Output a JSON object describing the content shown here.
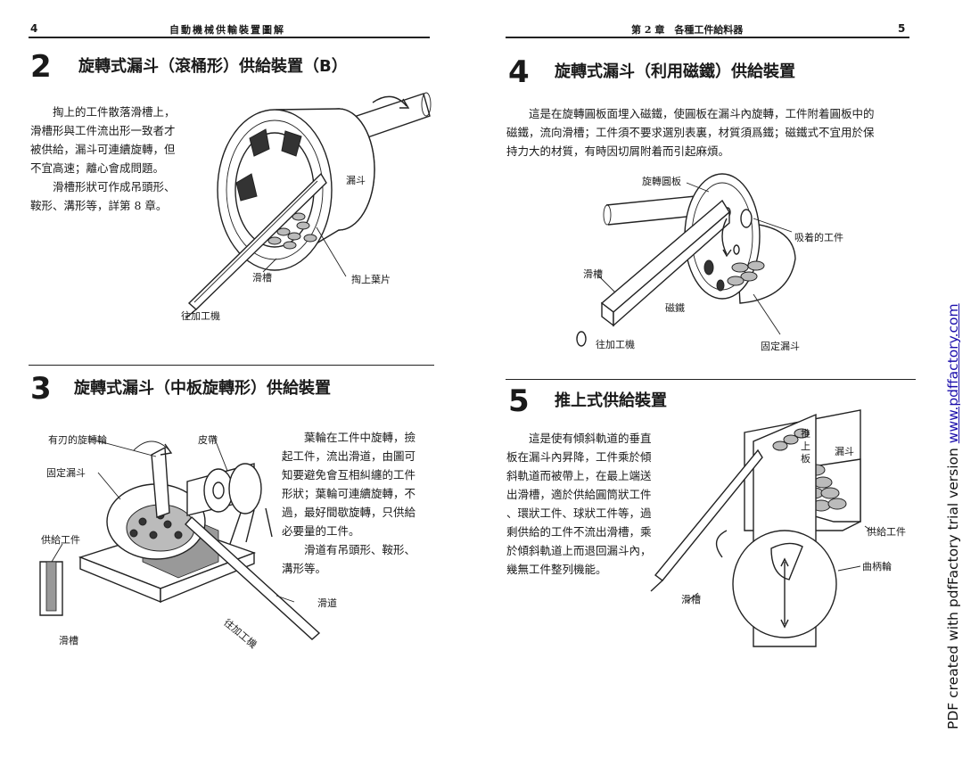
{
  "left_page": {
    "page_number": "4",
    "running_header": "自動機械供輸裝置圖解",
    "section2": {
      "number": "2",
      "title": "旋轉式漏斗（滾桶形）供給裝置（B）",
      "paragraph1": [
        "掏上的工件散落滑槽上，",
        "滑槽形與工件流出形一致者才",
        "被供給，漏斗可連續旋轉，但",
        "不宜高速；離心會成問題。"
      ],
      "paragraph2": [
        "滑槽形狀可作成吊頭形、",
        "鞍形、溝形等，詳第 8 章。"
      ],
      "labels": {
        "hopper": "漏斗",
        "chute": "滑槽",
        "scoop_blade": "掏上葉片",
        "to_machine": "往加工機"
      }
    },
    "section3": {
      "number": "3",
      "title": "旋轉式漏斗（中板旋轉形）供給裝置",
      "paragraph1": [
        "葉輪在工件中旋轉，撿",
        "起工件，流出滑道，由圖可",
        "知要避免會互相糾纏的工件",
        "形狀；葉輪可連續旋轉，不",
        "過，最好間歇旋轉，只供給",
        "必要量的工件。"
      ],
      "paragraph2": [
        "滑道有吊頭形、鞍形、",
        "溝形等。"
      ],
      "labels": {
        "bladed_wheel": "有刃的旋轉輪",
        "belt": "皮帶",
        "fixed_hopper": "固定漏斗",
        "workpiece": "供給工件",
        "chute": "滑槽",
        "slideway": "滑道",
        "to_machine": "往加工機"
      }
    }
  },
  "right_page": {
    "page_number": "5",
    "running_header": "第 2 章　各種工件給料器",
    "section4": {
      "number": "4",
      "title": "旋轉式漏斗（利用磁鐵）供給裝置",
      "paragraph": [
        "這是在旋轉圓板面埋入磁鐵，使圓板在漏斗內旋轉，工件附着圓板中的",
        "磁鐵，流向滑槽；工件須不要求選別表裏，材質須爲鐵；磁鐵式不宜用於保",
        "持力大的材質，有時因切屑附着而引起麻煩。"
      ],
      "labels": {
        "rotating_disc": "旋轉圓板",
        "attracted_part": "吸着的工件",
        "chute": "滑槽",
        "magnet": "磁鐵",
        "to_machine": "往加工機",
        "fixed_hopper": "固定漏斗"
      }
    },
    "section5": {
      "number": "5",
      "title": "推上式供給裝置",
      "paragraph": [
        "這是使有傾斜軌道的垂直",
        "板在漏斗內昇降，工件乘於傾",
        "斜軌道而被帶上，在最上端送",
        "出滑槽，適於供給圓筒狀工件",
        "、環狀工件、球狀工件等，過",
        "剩供給的工件不流出滑槽，乘",
        "於傾斜軌道上而退回漏斗內，",
        "幾無工件整列機能。"
      ],
      "labels": {
        "push_plate": "推上板",
        "hopper": "漏斗",
        "workpiece": "供給工件",
        "crank_wheel": "曲柄輪",
        "chute": "滑槽"
      }
    }
  },
  "watermark": {
    "text": "PDF created with pdfFactory trial version ",
    "link": "www.pdffactory.com"
  }
}
